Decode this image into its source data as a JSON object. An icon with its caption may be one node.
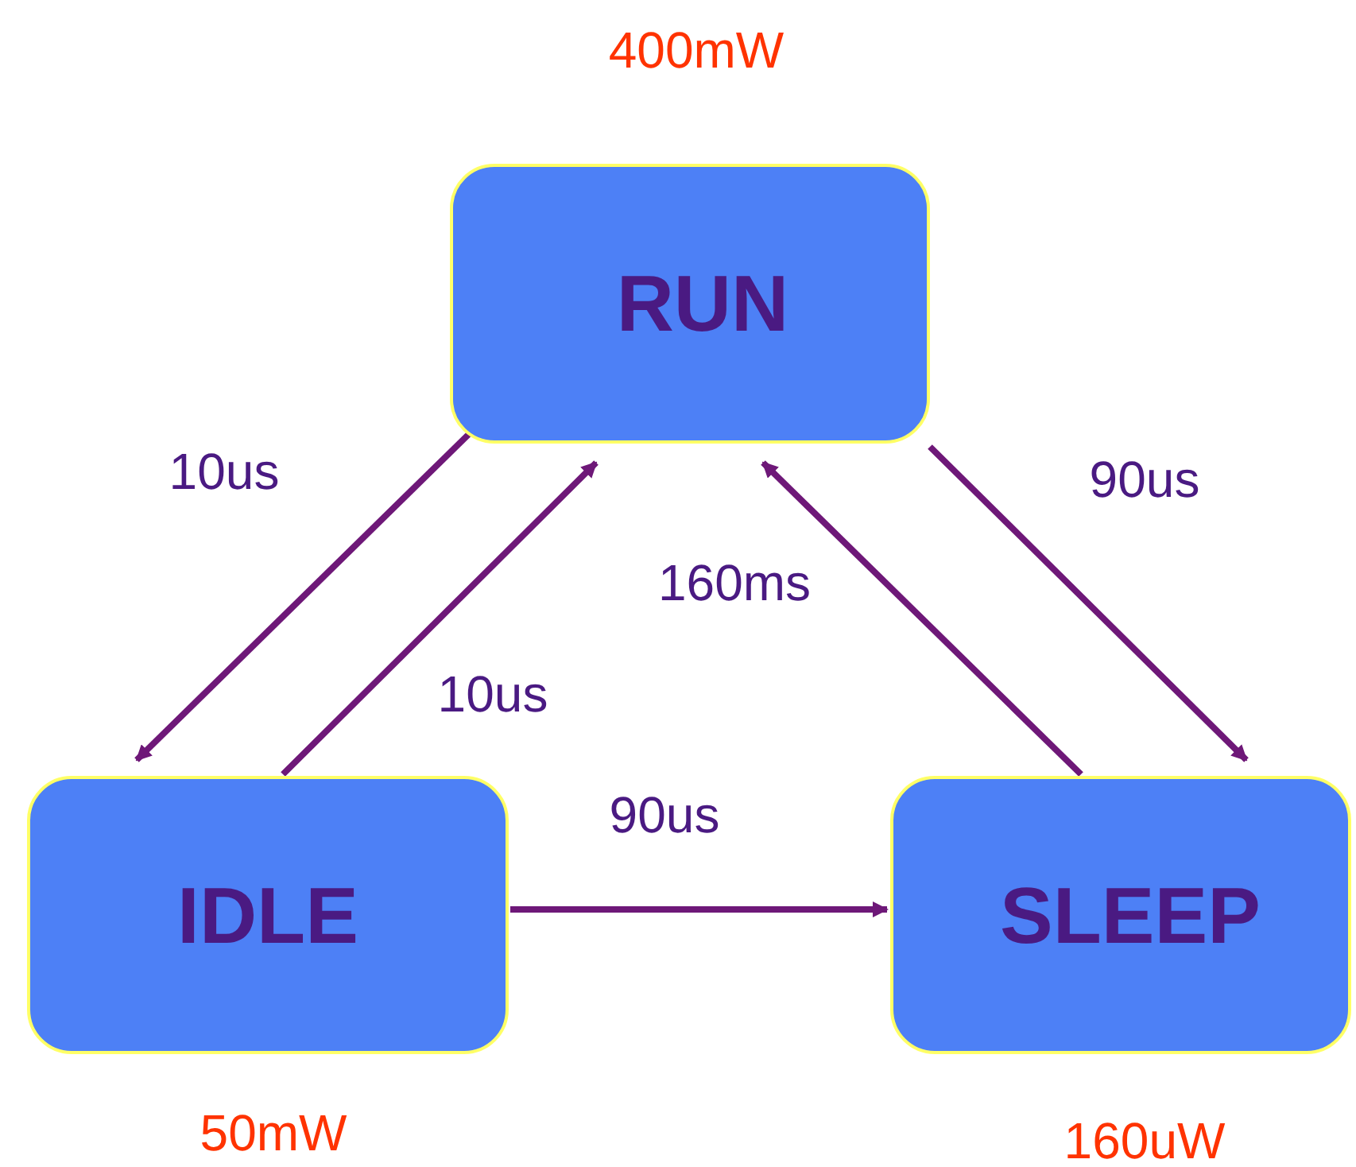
{
  "diagram": {
    "nodes": [
      {
        "text": [
          "RUN"
        ],
        "beside": [
          "400mW"
        ]
      },
      {
        "text": [
          "IDLE"
        ],
        "beside": [
          "50mW"
        ]
      },
      {
        "text": [
          "SLEEP"
        ],
        "beside": [
          "160uW"
        ]
      }
    ],
    "edges": [
      {
        "from": 0,
        "to": 1,
        "arrow": "to",
        "label": "10us"
      },
      {
        "from": 1,
        "to": 0,
        "arrow": "to",
        "label": "10us"
      },
      {
        "from": 2,
        "to": 0,
        "arrow": "to",
        "label": "160ms"
      },
      {
        "from": 0,
        "to": 2,
        "arrow": "to",
        "label": "90us"
      },
      {
        "from": 1,
        "to": 2,
        "arrow": "to",
        "label": "90us"
      }
    ]
  }
}
